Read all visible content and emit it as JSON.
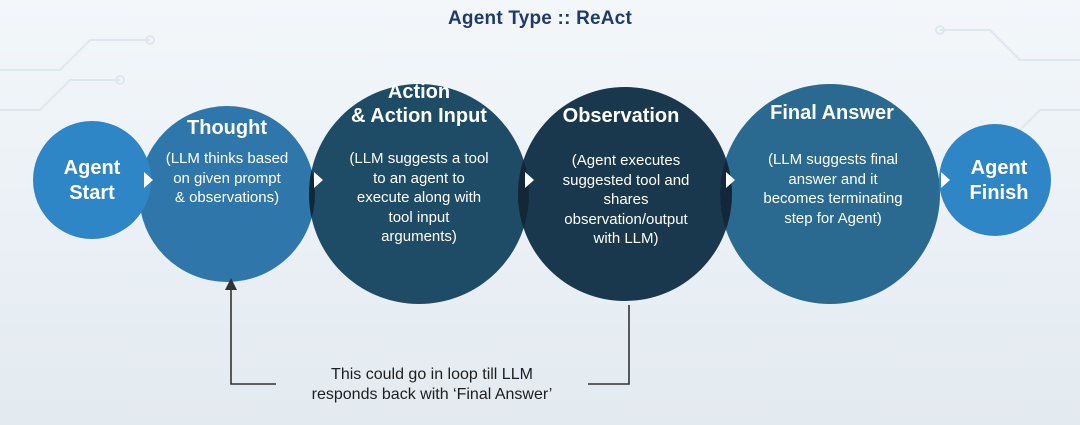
{
  "title": "Agent Type :: ReAct",
  "start": {
    "line1": "Agent",
    "line2": "Start"
  },
  "finish": {
    "line1": "Agent",
    "line2": "Finish"
  },
  "stages": {
    "thought": {
      "heading": [
        "Thought"
      ],
      "body": [
        "(LLM thinks based",
        "on given prompt",
        "& observations)"
      ]
    },
    "action": {
      "heading": [
        "Action",
        "& Action Input"
      ],
      "body": [
        "(LLM suggests a tool",
        "to an agent to",
        "execute along with",
        "tool input",
        "arguments)"
      ]
    },
    "observation": {
      "heading": [
        "Observation"
      ],
      "body": [
        "(Agent executes",
        "suggested tool and",
        "shares",
        "observation/output",
        "with LLM)"
      ]
    },
    "final_answer": {
      "heading": [
        "Final Answer"
      ],
      "body": [
        "(LLM suggests final",
        "answer and it",
        "becomes terminating",
        "step for Agent)"
      ]
    }
  },
  "loop_note": [
    "This could go in loop till LLM",
    "responds back with ‘Final Answer’"
  ],
  "colors": {
    "title": "#1f3b6b",
    "end_circles": "#2f86c6",
    "thought": "#2f77aa",
    "action": "#1e4b66",
    "observation": "#19384d",
    "final_answer": "#2a6990",
    "overlap": "#122838",
    "arrow": "#ffffff",
    "loop_line": "#333333"
  }
}
